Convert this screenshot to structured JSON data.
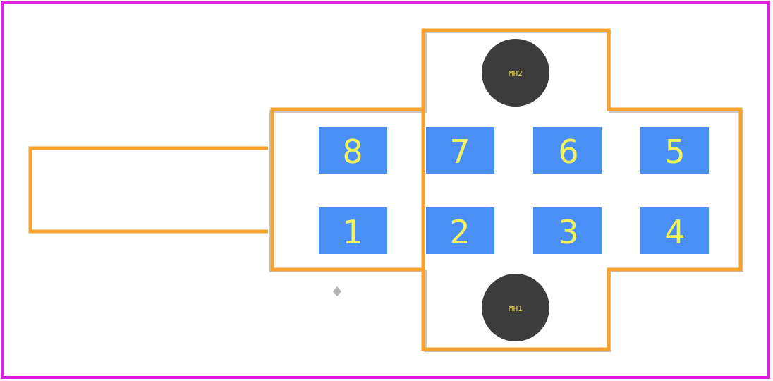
{
  "colors": {
    "board_outline": "#e020e0",
    "silkscreen": "#f6a22c",
    "courtyard": "#c8c8c8",
    "pad": "#4a8ff5",
    "pad_label": "#f2f25a",
    "mount_hole": "#3c3c3c",
    "mount_hole_label": "#e8d84a",
    "origin_marker": "#b4b4b4"
  },
  "pads": [
    {
      "id": "pad-8",
      "label": "8"
    },
    {
      "id": "pad-7",
      "label": "7"
    },
    {
      "id": "pad-6",
      "label": "6"
    },
    {
      "id": "pad-5",
      "label": "5"
    },
    {
      "id": "pad-1",
      "label": "1"
    },
    {
      "id": "pad-2",
      "label": "2"
    },
    {
      "id": "pad-3",
      "label": "3"
    },
    {
      "id": "pad-4",
      "label": "4"
    }
  ],
  "mount_holes": [
    {
      "id": "mh-2",
      "label": "MH2"
    },
    {
      "id": "mh-1",
      "label": "MH1"
    }
  ]
}
